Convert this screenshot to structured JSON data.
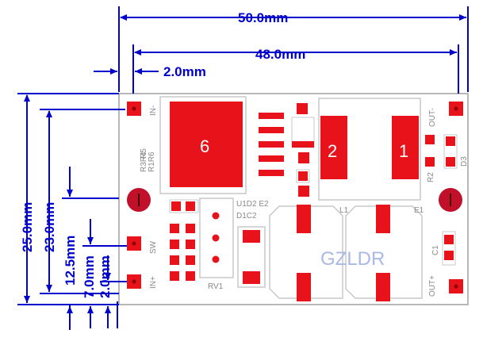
{
  "dims": {
    "w50": "50.0mm",
    "w48": "48.0mm",
    "e2": "2.0mm",
    "h25": "25.0mm",
    "h23": "23.0mm",
    "h125": "12.5mm",
    "h70": "7.0mm",
    "h20": "2.0mm"
  },
  "labels": {
    "in_minus": "IN-",
    "sw": "SW",
    "in_plus": "IN+",
    "out_minus": "OUT-",
    "out_plus": "OUT+",
    "r5": "R5",
    "r3r4": "R3R4",
    "r1r6": "R1R6",
    "r2": "R2",
    "d3": "D3",
    "rv1": "RV1",
    "u102": "U1D2 E2",
    "d1c2": "D1C2",
    "l1": "L1",
    "e1": "E1",
    "c1": "C1"
  },
  "components": {
    "ic": "6",
    "d2": "2",
    "d1": "1"
  },
  "brand": "GZLDR"
}
